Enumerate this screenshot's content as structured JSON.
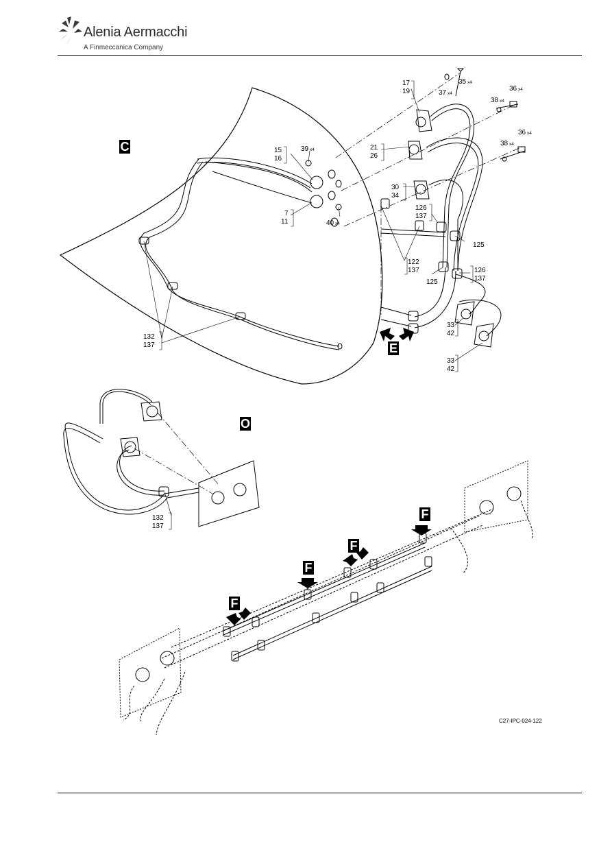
{
  "header": {
    "company": "Alenia Aermacchi",
    "subtitle": "A Finmeccanica Company"
  },
  "views": {
    "c": "C",
    "o": "O",
    "e": "E",
    "f": "F"
  },
  "callouts": {
    "c17": "17",
    "c19": "19",
    "c35": "35",
    "c35x": "x4",
    "c37": "37",
    "c37x": "x4",
    "c36a": "36",
    "c36ax": "x4",
    "c38a": "38",
    "c38ax": "x4",
    "c36b": "36",
    "c36bx": "x4",
    "c38b": "38",
    "c38bx": "x4",
    "c21": "21",
    "c26": "26",
    "c15": "15",
    "c16": "16",
    "c39": "39",
    "c39x": "x4",
    "c30": "30",
    "c34": "34",
    "c7": "7",
    "c11": "11",
    "c40": "40",
    "c40x": "x4",
    "c126a": "126",
    "c137a": "137",
    "c125a": "125",
    "c122": "122",
    "c137b": "137",
    "c125b": "125",
    "c126b": "126",
    "c137c": "137",
    "c132a": "132",
    "c137d": "137",
    "c33a": "33",
    "c42a": "42",
    "c33b": "33",
    "c42b": "42",
    "c132b": "132",
    "c137e": "137"
  },
  "drawing_ref": "C27-IPC-024-122",
  "colors": {
    "ink": "#000000",
    "paper": "#ffffff",
    "logo": "#3a3a3a"
  }
}
